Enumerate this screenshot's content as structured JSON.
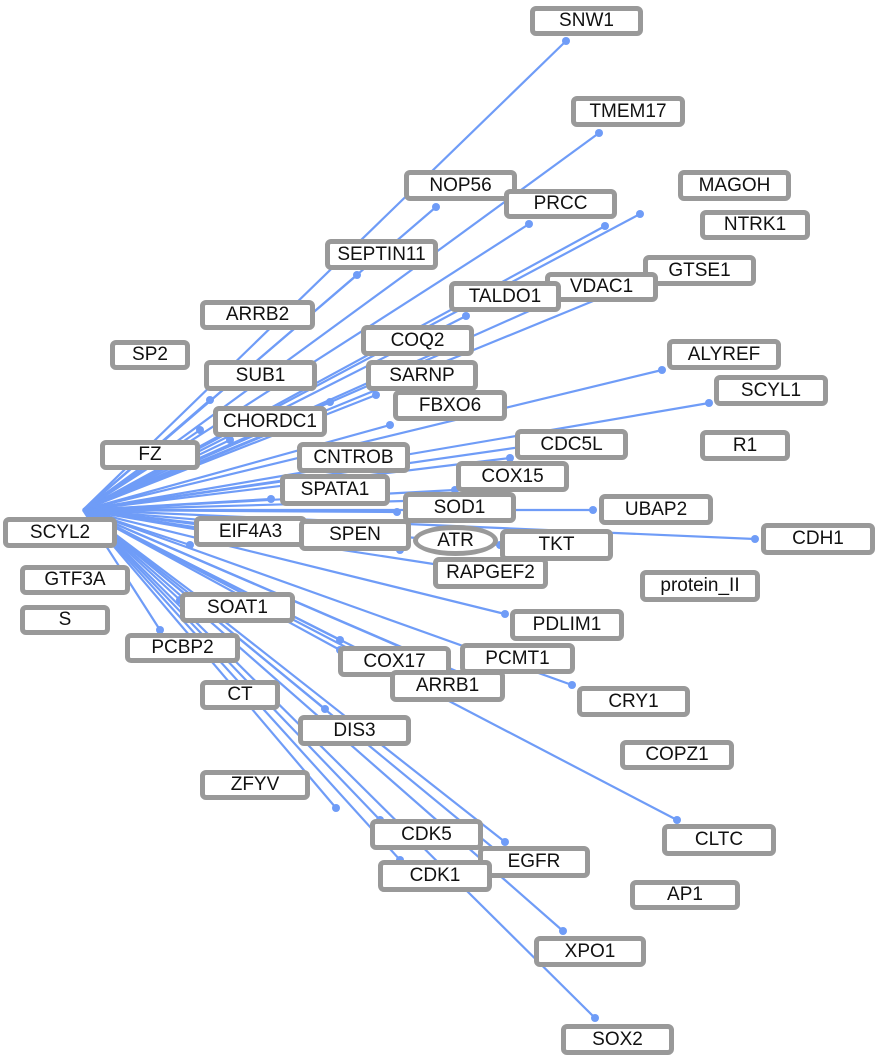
{
  "graph": {
    "source": "SCYL2",
    "edge_color": "#6f9cf7",
    "node_border_color": "#999999",
    "nodes": [
      "SNW1",
      "TMEM17",
      "NOP56",
      "NTRK1",
      "PRCC",
      "MAGOH",
      "SEPTIN11",
      "GTSE1",
      "VDAC1",
      "TALDO1",
      "COQ2",
      "ALYREF",
      "SCYL1",
      "SP2",
      "ARRB2",
      "SUB1",
      "SARNP",
      "FBXO6",
      "FZ",
      "CHORDC1",
      "R1",
      "CDC5L",
      "CNTROB",
      "protein_II",
      "COX15",
      "SPATA1",
      "SOD1",
      "UBAP2",
      "CDH1",
      "GTF3A",
      "EIF4A3",
      "SPEN",
      "ATR",
      "TKT",
      "RAPGEF2",
      "PDLIM1",
      "S",
      "SOAT1",
      "PCBP2",
      "PCMT1",
      "CT",
      "COX17",
      "ARRB1",
      "COPZ1",
      "CRY1",
      "DIS3",
      "CLTC",
      "ZFYV",
      "CDK5",
      "AP1",
      "EGFR",
      "CDK1",
      "XPO1",
      "SOX2"
    ]
  }
}
